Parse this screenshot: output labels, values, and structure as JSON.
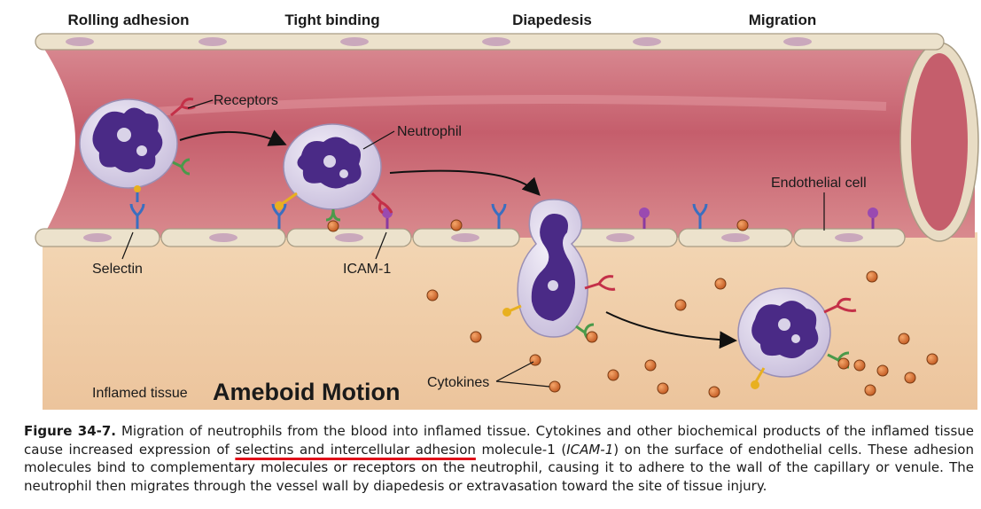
{
  "stages": {
    "rolling": "Rolling adhesion",
    "tight": "Tight binding",
    "diapedesis": "Diapedesis",
    "migration": "Migration"
  },
  "labels": {
    "receptors": "Receptors",
    "neutrophil": "Neutrophil",
    "endothelial_cell": "Endothelial cell",
    "selectin": "Selectin",
    "icam": "ICAM-1",
    "cytokines": "Cytokines",
    "inflamed_tissue": "Inflamed tissue",
    "ameboid_motion": "Ameboid Motion"
  },
  "caption": {
    "figure_number": "Figure 34-7.",
    "text_1": "Migration of neutrophils from the blood into inflamed tissue. Cytokines and other biochemical products of the inflamed tissue cause increased expression of",
    "highlight": "selectins and intercellular adhesion",
    "text_2": "molecule-1 (",
    "icam_italic": "ICAM-1",
    "text_3": ") on the surface of endothelial cells. These adhesion molecules bind to complementary molecules or receptors on the neutrophil, causing it to adhere to the wall of the capillary or venule. The neutrophil then migrates through the vessel wall by diapedesis or extravasation toward the site of tissue injury."
  },
  "colors": {
    "vessel_lumen": "#c9707a",
    "vessel_wall": "#e8dcc4",
    "tissue": "#f0cfa8",
    "cell_body": "#d9d3e8",
    "nucleus": "#4a2a86",
    "selectin": "#3a6fc0",
    "receptor": "#c43048",
    "integrin": "#4a9a4a",
    "icam": "#8a3aa0",
    "ligand": "#e8b020",
    "cytokine": "#d87030",
    "highlight_underline": "#e0101a"
  }
}
